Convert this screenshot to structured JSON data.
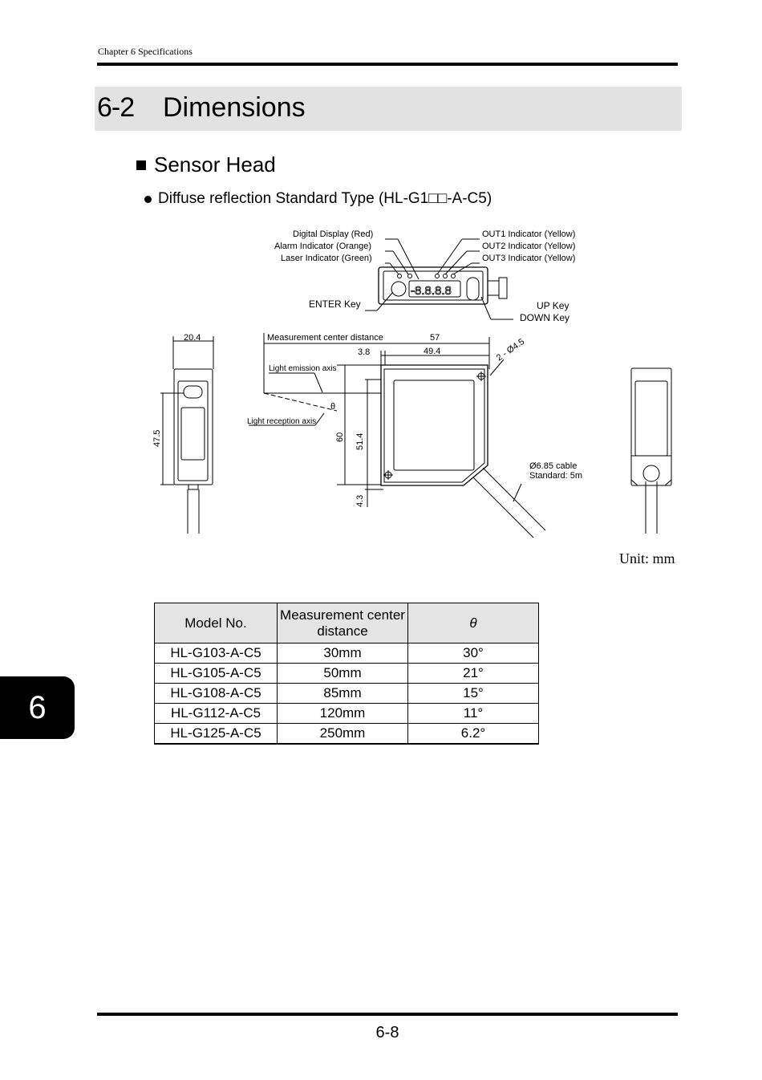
{
  "header": {
    "chapter": "Chapter 6 Specifications"
  },
  "section": {
    "number": "6-2",
    "title": "Dimensions"
  },
  "subsection": {
    "title": "Sensor Head"
  },
  "type_heading": "Diffuse reflection Standard Type (HL-G1□□-A-C5)",
  "drawing": {
    "digital_display": "Digital Display (Red)",
    "alarm_indicator": "Alarm Indicator (Orange)",
    "laser_indicator": "Laser Indicator (Green)",
    "out1_indicator": "OUT1 Indicator (Yellow)",
    "out2_indicator": "OUT2 Indicator (Yellow)",
    "out3_indicator": "OUT3 Indicator (Yellow)",
    "enter_key": "ENTER Key",
    "up_key": "UP Key",
    "down_key": "DOWN Key",
    "measurement_center_distance": "Measurement center distance",
    "light_emission_axis": "Light emission axis",
    "light_reception_axis": "Light reception axis",
    "theta": "θ",
    "hole_callout": "2 - Ø4.5",
    "cable_diameter": "Ø6.85 cable",
    "cable_length": "Standard: 5m",
    "dim_20_4": "20.4",
    "dim_47_5": "47.5",
    "dim_57": "57",
    "dim_49_4": "49.4",
    "dim_3_8": "3.8",
    "dim_60": "60",
    "dim_51_4": "51.4",
    "dim_4_3": "4.3"
  },
  "unit_label": "Unit: mm",
  "table": {
    "headers": [
      "Model No.",
      "Measurement center distance",
      "θ"
    ],
    "rows": [
      [
        "HL-G103-A-C5",
        "30mm",
        "30°"
      ],
      [
        "HL-G105-A-C5",
        "50mm",
        "21°"
      ],
      [
        "HL-G108-A-C5",
        "85mm",
        "15°"
      ],
      [
        "HL-G112-A-C5",
        "120mm",
        "11°"
      ],
      [
        "HL-G125-A-C5",
        "250mm",
        "6.2°"
      ]
    ]
  },
  "chapter_tab": "6",
  "page_number": "6-8"
}
